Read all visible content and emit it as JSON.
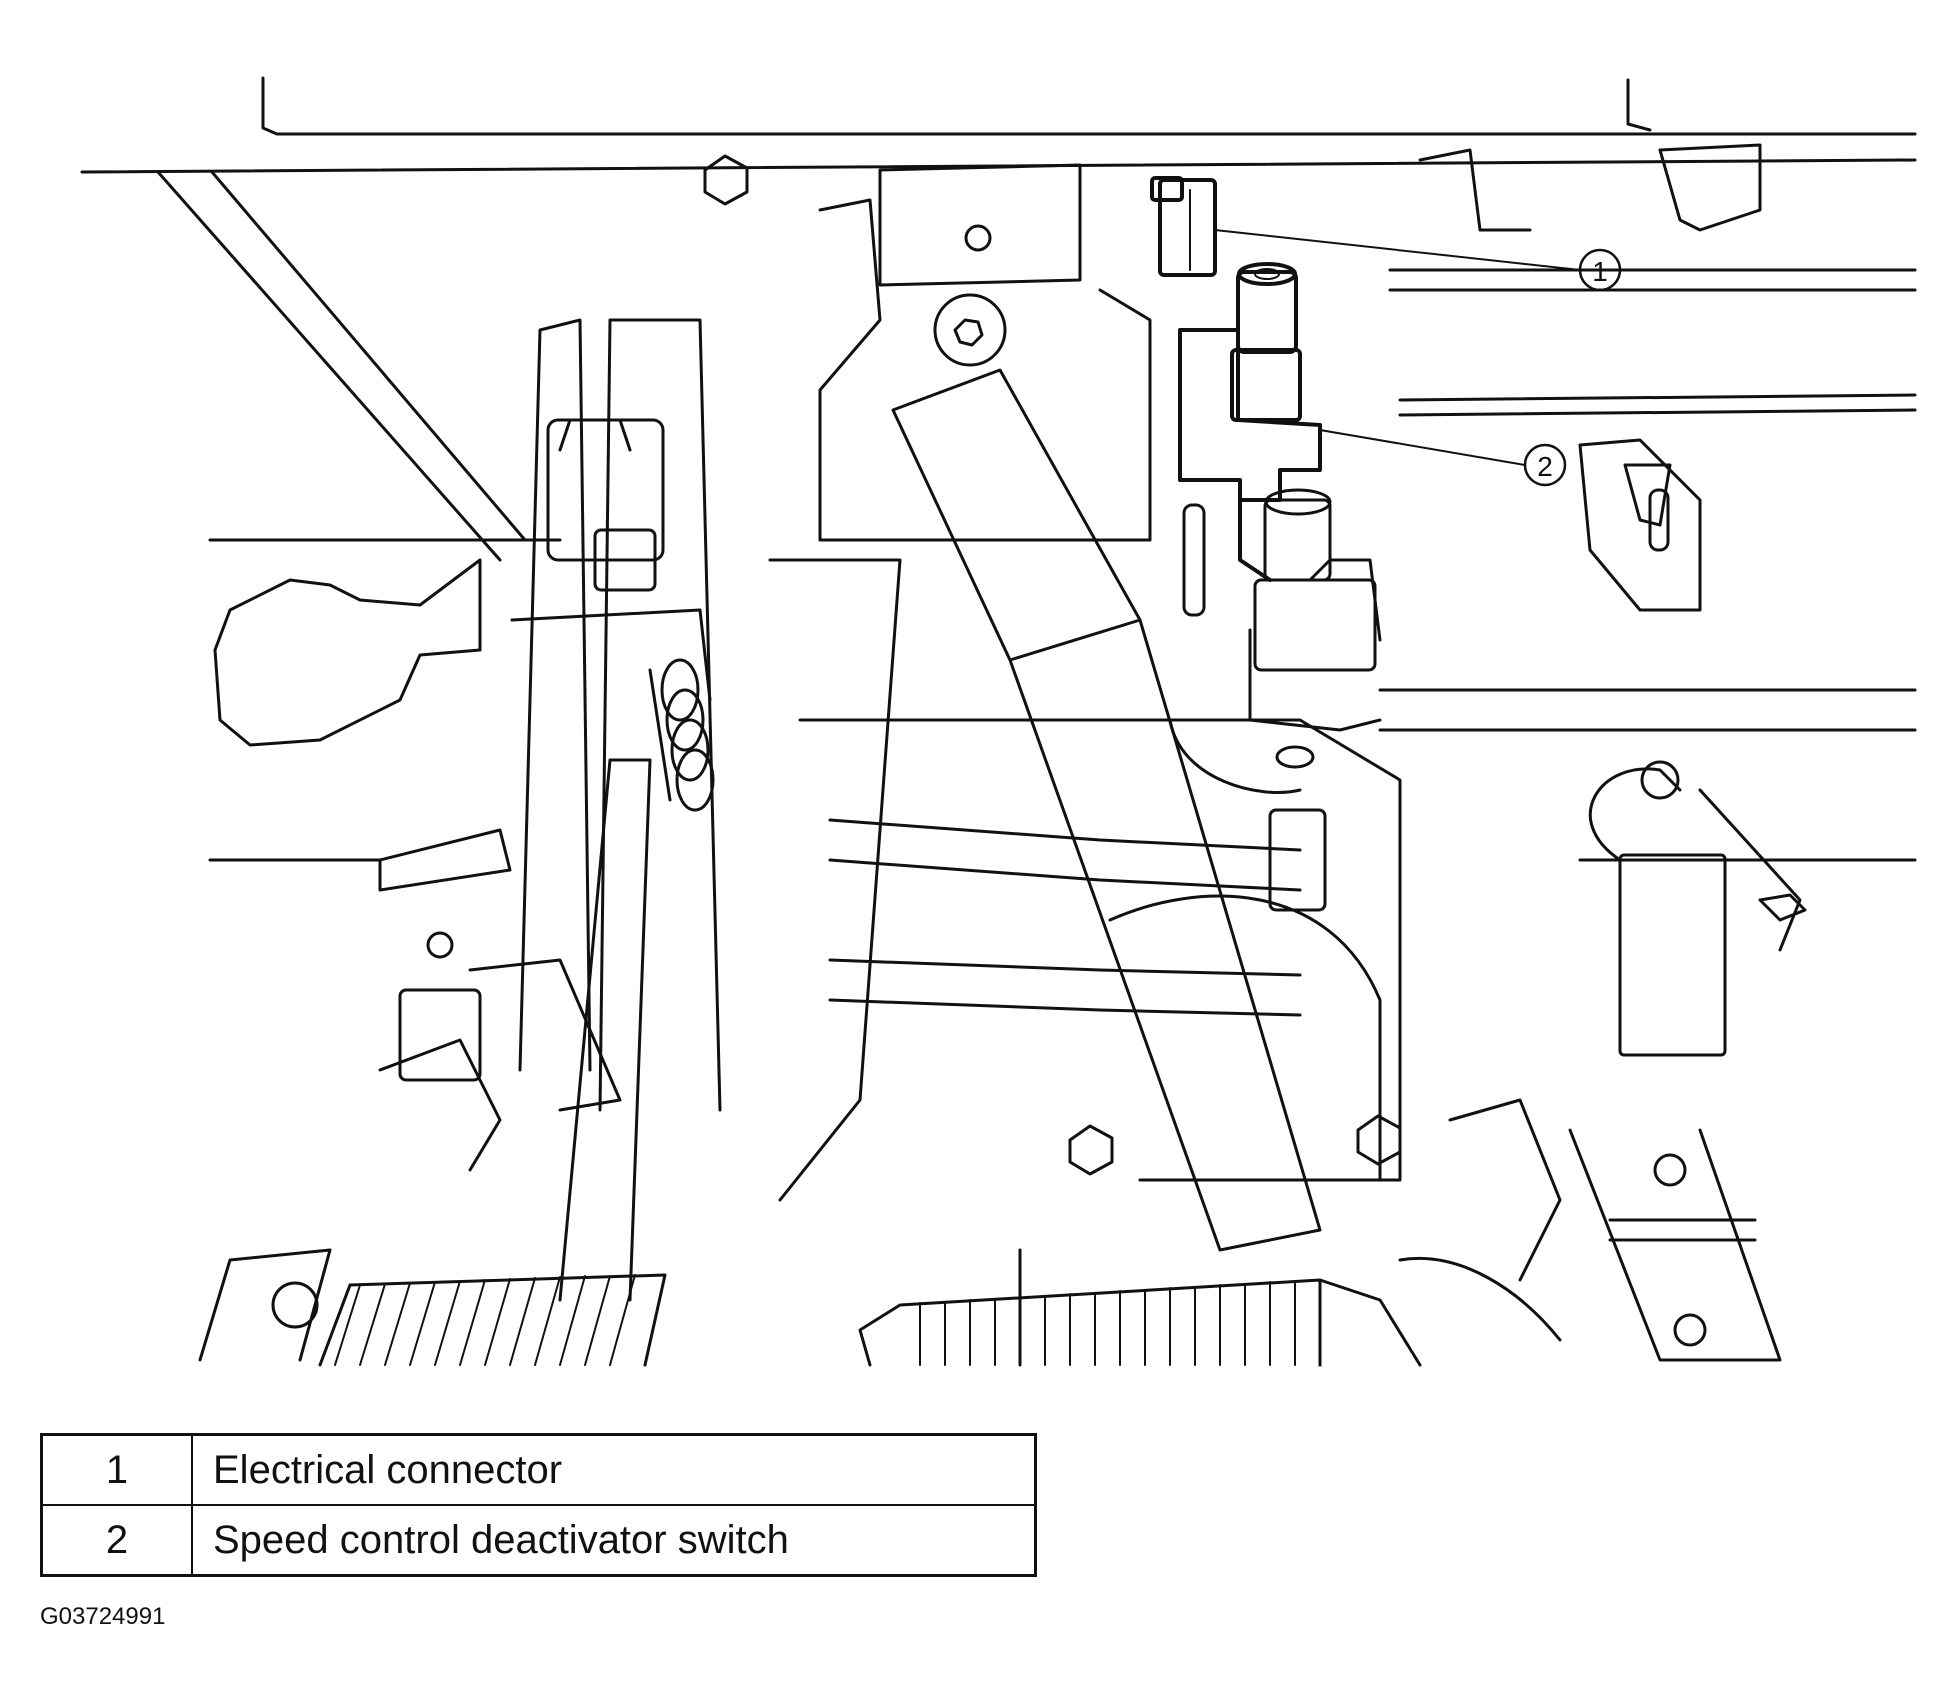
{
  "callouts": [
    {
      "number": "1",
      "description": "Electrical connector"
    },
    {
      "number": "2",
      "description": "Speed control deactivator switch"
    }
  ],
  "figure_id": "G03724991",
  "colors": {
    "line": "#111111",
    "background": "#ffffff"
  }
}
